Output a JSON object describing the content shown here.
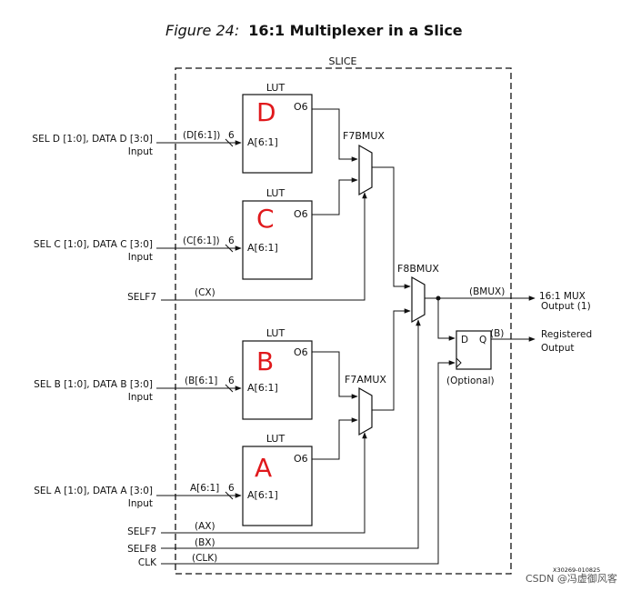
{
  "caption": {
    "prefix": "Figure 24:",
    "title": "16:1 Multiplexer in a Slice"
  },
  "slice_label": "SLICE",
  "luts": [
    {
      "header": "LUT",
      "out": "O6",
      "addr": "A[6:1]",
      "handmark": "D"
    },
    {
      "header": "LUT",
      "out": "O6",
      "addr": "A[6:1]",
      "handmark": "C"
    },
    {
      "header": "LUT",
      "out": "O6",
      "addr": "A[6:1]",
      "handmark": "B"
    },
    {
      "header": "LUT",
      "out": "O6",
      "addr": "A[6:1]",
      "handmark": "A"
    }
  ],
  "inputs": [
    {
      "line1": "SEL D [1:0], DATA D [3:0]",
      "line2": "Input",
      "bus": "(D[6:1])",
      "width": "6"
    },
    {
      "line1": "SEL C [1:0], DATA C [3:0]",
      "line2": "Input",
      "bus": "(C[6:1])",
      "width": "6"
    },
    {
      "line1": "SEL B [1:0], DATA B [3:0]",
      "line2": "Input",
      "bus": "(B[6:1]",
      "width": "6"
    },
    {
      "line1": "SEL A [1:0], DATA A [3:0]",
      "line2": "Input",
      "bus": "A[6:1]",
      "width": "6"
    }
  ],
  "muxes": {
    "f7b": "F7BMUX",
    "f7a": "F7AMUX",
    "f8": "F8BMUX"
  },
  "controls": {
    "self7_top": {
      "label": "SELF7",
      "net": "(CX)"
    },
    "self7_bot": {
      "label": "SELF7",
      "net": "(AX)"
    },
    "self8": {
      "label": "SELF8",
      "net": "(BX)"
    },
    "clk": {
      "label": "CLK",
      "net": "(CLK)"
    }
  },
  "ff": {
    "d": "D",
    "q": "Q",
    "note": "(Optional)"
  },
  "outputs": {
    "bmux_net": "(BMUX)",
    "mux_line1": "16:1 MUX",
    "mux_line2": "Output (1)",
    "b_net": "(B)",
    "reg_line1": "Registered",
    "reg_line2": "Output"
  },
  "doc_code": "X30269-010825",
  "watermark": "CSDN @冯虚御风客",
  "colors": {
    "handmark": "#e0191c",
    "line": "#111111"
  }
}
